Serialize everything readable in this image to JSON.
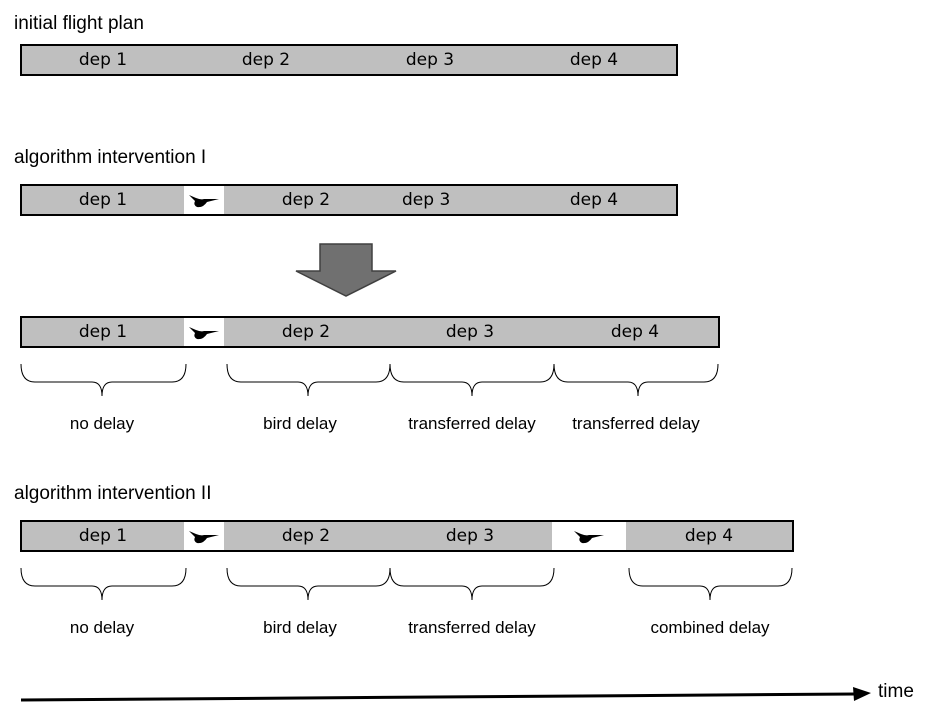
{
  "headings": {
    "initial": "initial flight plan",
    "intervention1": "algorithm intervention I",
    "intervention2": "algorithm intervention II"
  },
  "rows": {
    "initial": [
      "dep 1",
      "dep 2",
      "dep 3",
      "dep 4"
    ],
    "intervention1": [
      "dep 1",
      "dep 2",
      "dep 3",
      "dep 4"
    ],
    "result1": [
      "dep 1",
      "dep 2",
      "dep 3",
      "dep 4"
    ],
    "intervention2": [
      "dep 1",
      "dep 2",
      "dep 3",
      "dep 4"
    ]
  },
  "delays": {
    "result1": [
      "no delay",
      "bird delay",
      "transferred delay",
      "transferred delay"
    ],
    "intervention2": [
      "no delay",
      "bird delay",
      "transferred delay",
      "combined delay"
    ]
  },
  "axis": {
    "label": "time"
  },
  "icons": {
    "bird": "bird-icon",
    "arrow": "down-arrow-icon"
  },
  "colors": {
    "departure_fill": "#bfbfbf",
    "bird_slot_fill": "#ffffff",
    "arrow_fill": "#707070"
  }
}
